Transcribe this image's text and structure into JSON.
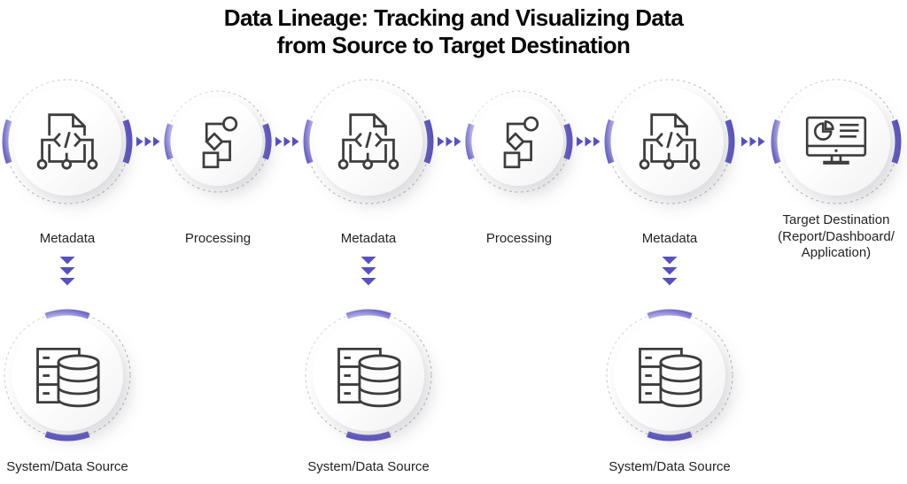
{
  "title": "Data Lineage: Tracking and Visualizing Data\nfrom Source to Target Destination",
  "colors": {
    "accent_purple": "#5750c0",
    "icon_stroke": "#3d3d3d",
    "dashed_ring": "#b3b3b3",
    "label_text": "#232323",
    "background": "#ffffff"
  },
  "top_row": {
    "nodes": [
      {
        "id": "metadata-1",
        "label": "Metadata",
        "icon": "code-document-icon"
      },
      {
        "id": "processing-1",
        "label": "Processing",
        "icon": "flowchart-icon"
      },
      {
        "id": "metadata-2",
        "label": "Metadata",
        "icon": "code-document-icon"
      },
      {
        "id": "processing-2",
        "label": "Processing",
        "icon": "flowchart-icon"
      },
      {
        "id": "metadata-3",
        "label": "Metadata",
        "icon": "code-document-icon"
      },
      {
        "id": "target-destination",
        "label": "Target Destination\n(Report/Dashboard/\nApplication)",
        "icon": "dashboard-monitor-icon"
      }
    ]
  },
  "bottom_row": {
    "nodes": [
      {
        "id": "source-1",
        "label": "System/Data Source",
        "icon": "database-server-icon"
      },
      {
        "id": "source-2",
        "label": "System/Data Source",
        "icon": "database-server-icon"
      },
      {
        "id": "source-3",
        "label": "System/Data Source",
        "icon": "database-server-icon"
      }
    ]
  },
  "connectors": {
    "horizontal": "triple-chevron-right",
    "vertical": "triple-chevron-down"
  }
}
